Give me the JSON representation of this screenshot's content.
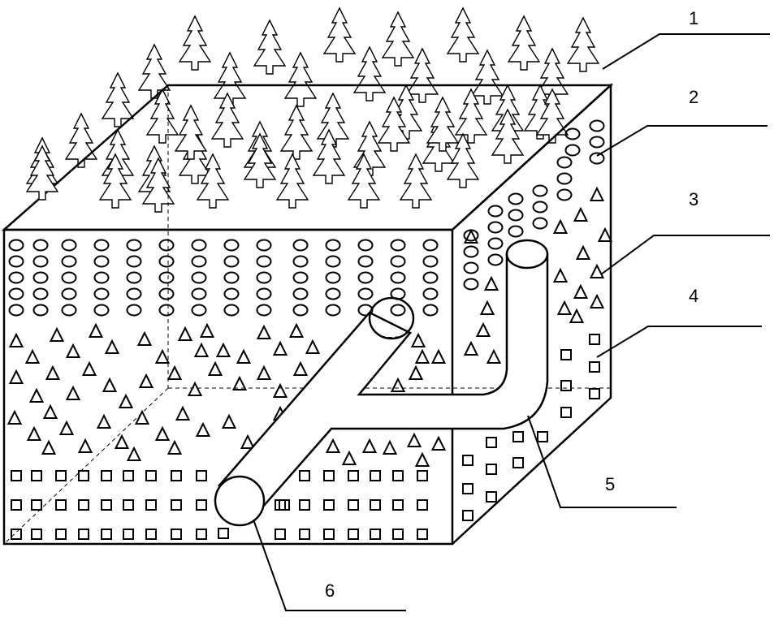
{
  "callouts": [
    {
      "label": "1"
    },
    {
      "label": "2"
    },
    {
      "label": "3"
    },
    {
      "label": "4"
    },
    {
      "label": "5"
    },
    {
      "label": "6"
    }
  ],
  "layers": [
    {
      "name": "vegetation-layer",
      "symbol": "tree-icon"
    },
    {
      "name": "first-filter-layer",
      "symbol": "oval-icon"
    },
    {
      "name": "second-filter-layer",
      "symbol": "triangle-icon"
    },
    {
      "name": "third-filter-layer",
      "symbol": "square-icon"
    },
    {
      "name": "drainage-pipe",
      "symbol": "pipe-icon"
    },
    {
      "name": "pipe-outlet",
      "symbol": "circle-icon"
    }
  ],
  "colors": {
    "stroke": "#000000",
    "background": "#ffffff"
  }
}
